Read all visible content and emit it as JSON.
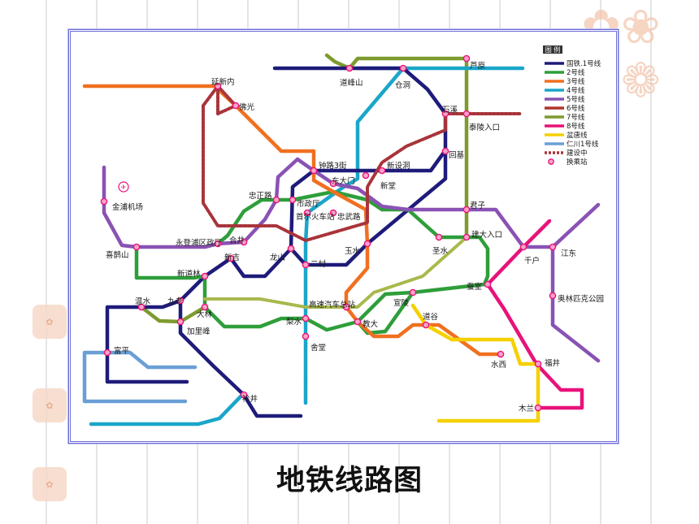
{
  "caption": "地铁线路图",
  "legend": {
    "title": "图 例",
    "items": [
      {
        "label": "国铁.1号线",
        "color": "#1e1b7a",
        "style": "solid"
      },
      {
        "label": "2号线",
        "color": "#2e9e3a",
        "style": "solid"
      },
      {
        "label": "3号线",
        "color": "#f07020",
        "style": "solid"
      },
      {
        "label": "4号线",
        "color": "#1aa6c9",
        "style": "solid"
      },
      {
        "label": "5号线",
        "color": "#8a52b4",
        "style": "solid"
      },
      {
        "label": "6号线",
        "color": "#b0352a",
        "style": "solid"
      },
      {
        "label": "7号线",
        "color": "#7d9b2e",
        "style": "solid"
      },
      {
        "label": "8号线",
        "color": "#e8127a",
        "style": "solid"
      },
      {
        "label": "盆唐线",
        "color": "#f5d000",
        "style": "solid"
      },
      {
        "label": "仁川1号线",
        "color": "#6a9fd6",
        "style": "solid"
      },
      {
        "label": "建设中",
        "color": "#a8343a",
        "style": "dashed"
      },
      {
        "label": "换乘站",
        "color": "#e8127a",
        "style": "dot"
      }
    ]
  },
  "stations": [
    {
      "name": "道峰山"
    },
    {
      "name": "仓洞"
    },
    {
      "name": "芦原"
    },
    {
      "name": "延新内"
    },
    {
      "name": "佛光"
    },
    {
      "name": "石溪"
    },
    {
      "name": "泰陵入口"
    },
    {
      "name": "回基"
    },
    {
      "name": "钟路3街"
    },
    {
      "name": "新设洞"
    },
    {
      "name": "东大门"
    },
    {
      "name": "新堂"
    },
    {
      "name": "忠正路"
    },
    {
      "name": "市政厅"
    },
    {
      "name": "首尔火车站"
    },
    {
      "name": "忠武路"
    },
    {
      "name": "金浦机场"
    },
    {
      "name": "君子"
    },
    {
      "name": "建大入口"
    },
    {
      "name": "合井"
    },
    {
      "name": "永登浦区政厅"
    },
    {
      "name": "喜鹊山"
    },
    {
      "name": "千户"
    },
    {
      "name": "江东"
    },
    {
      "name": "新吉"
    },
    {
      "name": "龙山"
    },
    {
      "name": "二村"
    },
    {
      "name": "玉水"
    },
    {
      "name": "圣水"
    },
    {
      "name": "新道林"
    },
    {
      "name": "蚕室"
    },
    {
      "name": "奥林匹克公园"
    },
    {
      "name": "温水"
    },
    {
      "name": "九老"
    },
    {
      "name": "大林"
    },
    {
      "name": "加里峰"
    },
    {
      "name": "高速汽车总站"
    },
    {
      "name": "宣陵"
    },
    {
      "name": "梨水"
    },
    {
      "name": "教大"
    },
    {
      "name": "道谷"
    },
    {
      "name": "富平"
    },
    {
      "name": "舍堂"
    },
    {
      "name": "水西"
    },
    {
      "name": "福井"
    },
    {
      "name": "衿井"
    },
    {
      "name": "木兰"
    }
  ]
}
